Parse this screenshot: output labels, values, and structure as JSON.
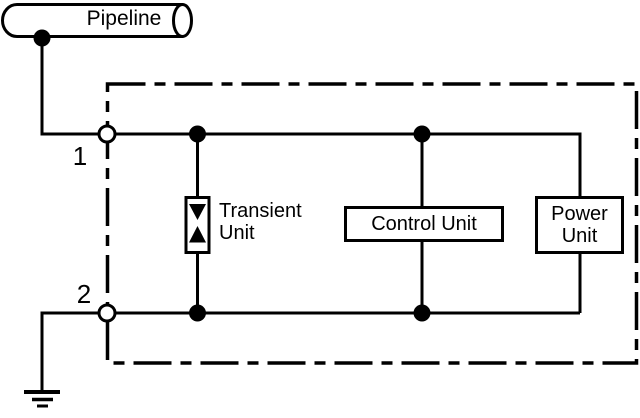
{
  "colors": {
    "line": "#000000",
    "background": "#ffffff"
  },
  "pipeline": {
    "label": "Pipeline"
  },
  "terminals": {
    "t1": "1",
    "t2": "2"
  },
  "units": {
    "transient": {
      "line1": "Transient",
      "line2": "Unit"
    },
    "control": {
      "label": "Control Unit"
    },
    "power": {
      "line1": "Power",
      "line2": "Unit"
    }
  }
}
